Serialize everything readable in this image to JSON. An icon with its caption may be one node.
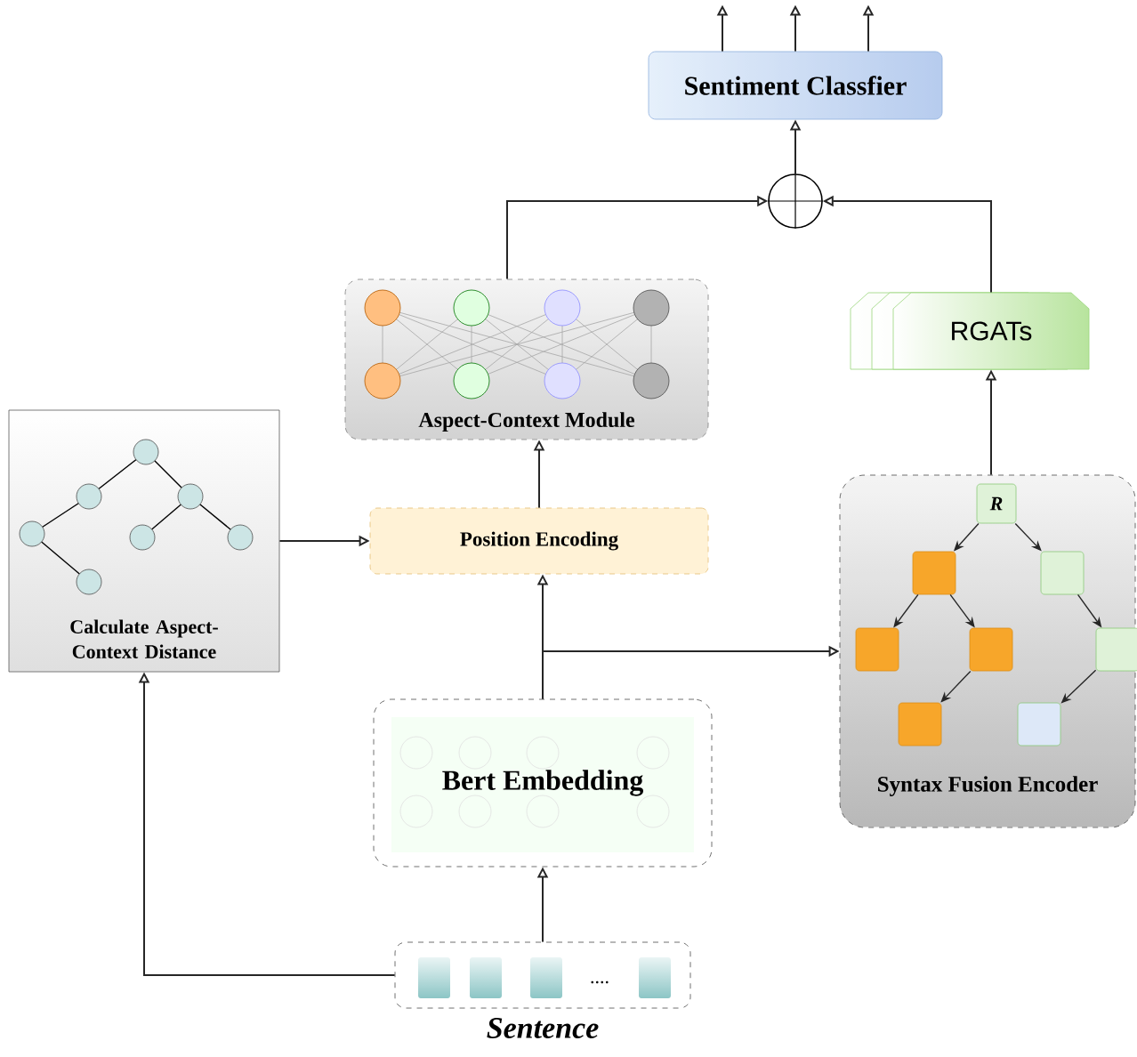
{
  "diagram": {
    "nodes": [
      {
        "text": [
          "Sentiment Classfier"
        ]
      },
      {
        "text": [],
        "shape": "circle"
      },
      {
        "text": [
          "Aspect-Context Module"
        ]
      },
      {
        "text": [
          "RGATs"
        ]
      },
      {
        "text": [
          "Calculate Aspect-Context Distance"
        ]
      },
      {
        "text": [
          "Position Encoding"
        ]
      },
      {
        "text": [
          "Syntax Fusion Encoder"
        ]
      },
      {
        "text": [
          "Bert  Embedding"
        ]
      },
      {
        "text": [
          "...."
        ],
        "beside": [
          "Sentence"
        ]
      },
      {
        "text": [
          "R"
        ],
        "in": 6
      },
      {
        "text": [],
        "shape": "box",
        "in": 6
      },
      {
        "text": [],
        "shape": "box",
        "in": 6
      },
      {
        "text": [],
        "shape": "box",
        "in": 6
      },
      {
        "text": [],
        "shape": "box",
        "in": 6
      },
      {
        "text": [],
        "shape": "box",
        "in": 6
      },
      {
        "text": [],
        "shape": "box",
        "in": 6
      },
      {
        "text": [],
        "shape": "box",
        "in": 6
      }
    ],
    "edges": [
      {
        "from": 0,
        "to": null,
        "arrow": "to"
      },
      {
        "from": 0,
        "to": null,
        "arrow": "to"
      },
      {
        "from": 0,
        "to": null,
        "arrow": "to"
      },
      {
        "from": 1,
        "to": 0,
        "arrow": "to"
      },
      {
        "from": 2,
        "to": 1,
        "arrow": "to"
      },
      {
        "from": 3,
        "to": 1,
        "arrow": "to"
      },
      {
        "from": 6,
        "to": 3,
        "arrow": "to"
      },
      {
        "from": 5,
        "to": 2,
        "arrow": "to"
      },
      {
        "from": 4,
        "to": 5,
        "arrow": "to"
      },
      {
        "from": 7,
        "to": 5,
        "arrow": "to"
      },
      {
        "from": 7,
        "to": 6,
        "arrow": "to"
      },
      {
        "from": 8,
        "to": 7,
        "arrow": "to"
      },
      {
        "from": 8,
        "to": 4,
        "arrow": "to"
      },
      {
        "from": 9,
        "to": 10,
        "arrow": "to"
      },
      {
        "from": 9,
        "to": 11,
        "arrow": "to"
      },
      {
        "from": 10,
        "to": 12,
        "arrow": "to"
      },
      {
        "from": 10,
        "to": 13,
        "arrow": "to"
      },
      {
        "from": 13,
        "to": 15,
        "arrow": "to"
      },
      {
        "from": 11,
        "to": 14,
        "arrow": "to"
      },
      {
        "from": 14,
        "to": 16,
        "arrow": "to"
      }
    ]
  }
}
